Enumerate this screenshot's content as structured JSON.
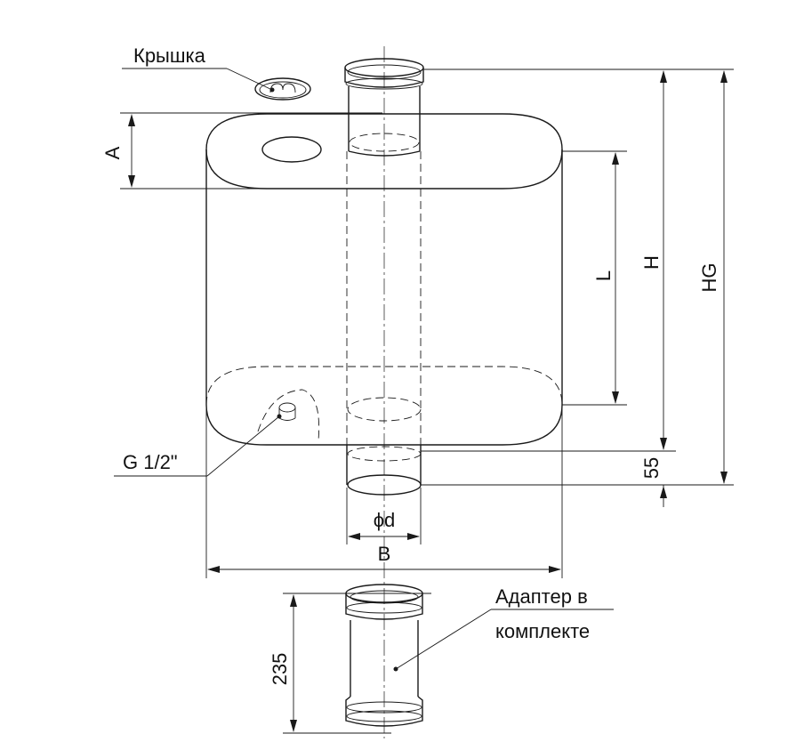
{
  "labels": {
    "lid": "Крышка",
    "dim_a": "A",
    "dim_l": "L",
    "dim_h": "H",
    "dim_hg": "HG",
    "fitting": "G 1/2\"",
    "dim_55": "55",
    "diameter": "ϕd",
    "dim_b": "B",
    "dim_235": "235",
    "adapter_line1": "Адаптер в",
    "adapter_line2": "комплекте"
  },
  "colors": {
    "ink": "#1a1a1a",
    "background": "#ffffff"
  }
}
